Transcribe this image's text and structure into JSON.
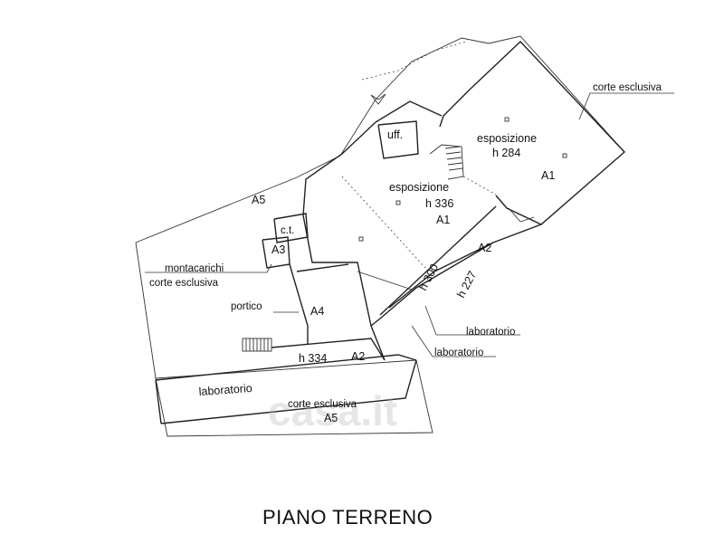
{
  "title": "PIANO TERRENO",
  "watermark": "casa.it",
  "labels": {
    "corte_esclusiva_top": "corte esclusiva",
    "esposizione_1": "esposizione",
    "h284": "h 284",
    "a1_right": "A1",
    "uff": "uff.",
    "esposizione_2": "esposizione",
    "h336": "h 336",
    "a1_center": "A1",
    "a5_top": "A5",
    "ct": "c.t.",
    "a3": "A3",
    "montacarichi": "montacarichi",
    "corte_esclusiva_mid": "corte esclusiva",
    "a2_right": "A2",
    "h300": "h 300",
    "h227": "h 227",
    "portico": "portico",
    "a4": "A4",
    "laboratorio_right1": "laboratorio",
    "laboratorio_right2": "laboratorio",
    "h334": "h 334",
    "a2_bottom": "A2",
    "laboratorio_left": "laboratorio",
    "corte_esclusiva_bottom": "corte esclusiva",
    "a5_bottom": "A5"
  }
}
